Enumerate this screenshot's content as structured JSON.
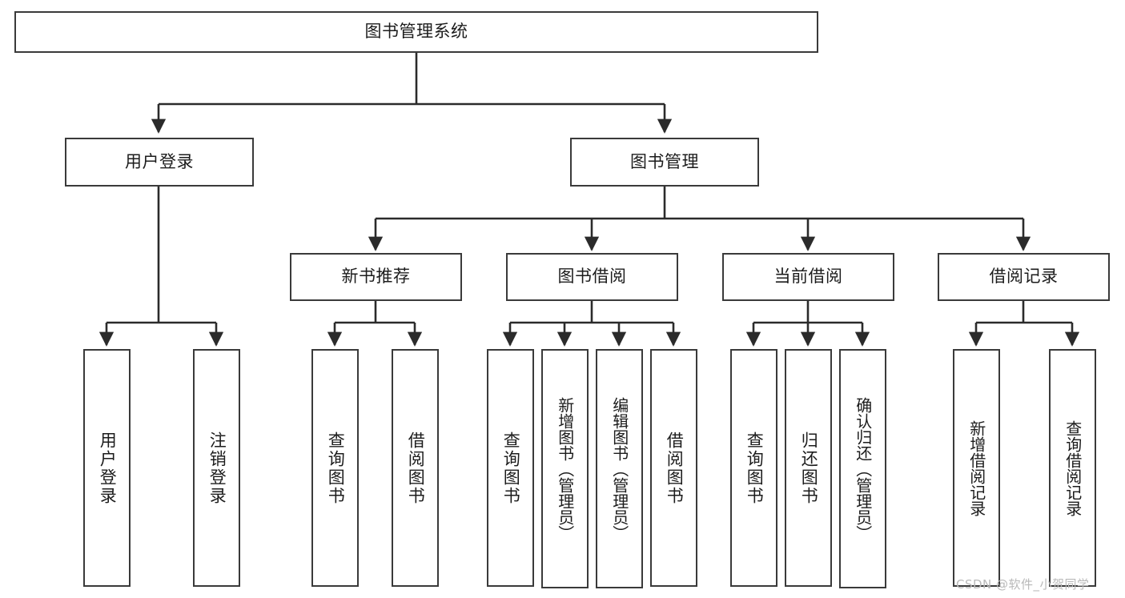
{
  "diagram": {
    "title": "图书管理系统",
    "type": "tree-hierarchy-chart",
    "root": {
      "label": "图书管理系统"
    },
    "level2": [
      {
        "label": "用户登录"
      },
      {
        "label": "图书管理"
      }
    ],
    "level3": [
      {
        "label": "新书推荐"
      },
      {
        "label": "图书借阅"
      },
      {
        "label": "当前借阅"
      },
      {
        "label": "借阅记录"
      }
    ],
    "leaves": {
      "user_login": [
        {
          "label": "用户登录"
        },
        {
          "label": "注销登录"
        }
      ],
      "new_book_recommend": [
        {
          "label": "查询图书"
        },
        {
          "label": "借阅图书"
        }
      ],
      "book_borrow": [
        {
          "label": "查询图书"
        },
        {
          "label": "新增图书（管理员）"
        },
        {
          "label": "编辑图书（管理员）"
        },
        {
          "label": "借阅图书"
        }
      ],
      "current_borrow": [
        {
          "label": "查询图书"
        },
        {
          "label": "归还图书"
        },
        {
          "label": "确认归还（管理员）"
        }
      ],
      "borrow_record": [
        {
          "label": "新增借阅记录"
        },
        {
          "label": "查询借阅记录"
        }
      ]
    }
  },
  "watermark": {
    "text": "CSDN @软件_小贺同学"
  },
  "colors": {
    "box_border": "#3a3a3a",
    "connector": "#2b2b2b",
    "background": "#ffffff",
    "text": "#1c1c1c",
    "watermark": "#b9b9b9"
  }
}
